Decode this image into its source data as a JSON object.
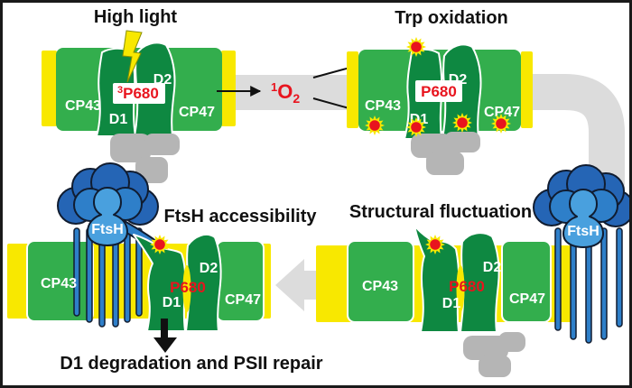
{
  "colors": {
    "green_mid": "#33ae4d",
    "green_dark": "#0e8841",
    "membrane_yellow": "#f8e800",
    "label_white": "#ffffff",
    "p680_red": "#e8141e",
    "flow_gray": "#dcdcdc",
    "blob_gray": "#b5b5b5",
    "ftsh_blue_dark": "#2565b5",
    "ftsh_blue_mid": "#2e7fc9",
    "ftsh_blue_light": "#49a0de",
    "ftsh_outline": "#101c30",
    "text_black": "#111111"
  },
  "panel_high_light": {
    "title": "High light",
    "cp43": "CP43",
    "d1": "D1",
    "d2": "D2",
    "cp47": "CP47",
    "p680_sup": "3",
    "p680": "P680"
  },
  "panel_trp_oxidation": {
    "title": "Trp oxidation",
    "cp43": "CP43",
    "d1": "D1",
    "d2": "D2",
    "cp47": "CP47",
    "p680": "P680"
  },
  "panel_structural_fluctuation": {
    "title": "Structural fluctuation",
    "cp43": "CP43",
    "d1": "D1",
    "d2": "D2",
    "cp47": "CP47",
    "p680": "P680",
    "ftsh": "FtsH"
  },
  "panel_ftsh_accessibility": {
    "title": "FtsH accessibility",
    "cp43": "CP43",
    "d1": "D1",
    "d2": "D2",
    "cp47": "CP47",
    "p680": "P680",
    "ftsh": "FtsH",
    "outcome": "D1 degradation and PSII repair"
  },
  "singlet_oxygen": {
    "sup": "1",
    "symbol": "O",
    "sub": "2"
  }
}
